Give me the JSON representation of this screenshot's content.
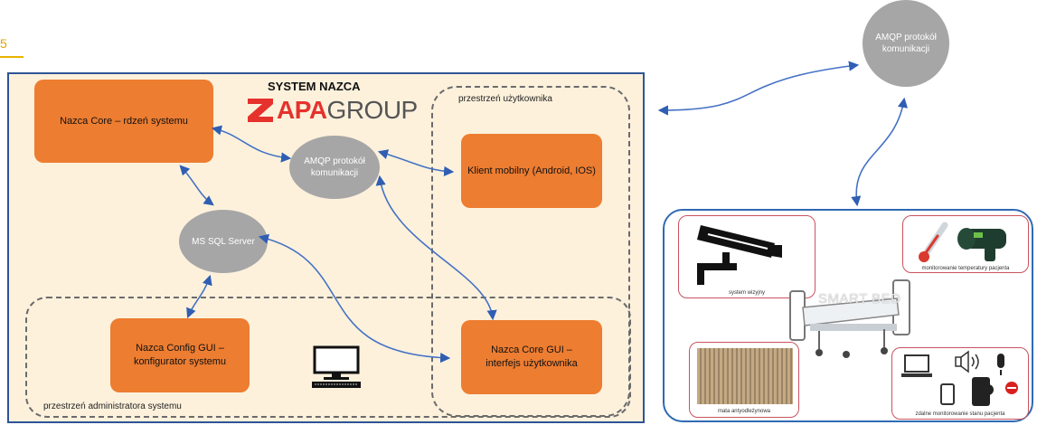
{
  "page": {
    "number": "5"
  },
  "diagram": {
    "title": "SYSTEM NAZCA",
    "logo": {
      "bold": "APA",
      "normal": "GROUP"
    },
    "nodes": {
      "core": "Nazca Core – rdzeń systemu",
      "amqp_inner": "AMQP protokół komunikacji",
      "mobile": "Klient mobilny (Android, IOS)",
      "sql": "MS SQL Server",
      "config_gui": "Nazca Config GUI – konfigurator systemu",
      "core_gui": "Nazca Core GUI – interfejs użytkownika",
      "amqp_outer": "AMQP protokół komunikacji"
    },
    "zones": {
      "user": "przestrzeń użytkownika",
      "admin": "przestrzeń administratora systemu"
    },
    "devices": {
      "smart_bed": "SMART BED",
      "vision": "system wizyjny",
      "temperature": "monitorowanie temperatury pacjenta",
      "mat": "mata antyodleżynowa",
      "remote": "zdalne monitorowanie stanu pacjenta"
    },
    "colors": {
      "box": "#ed7d31",
      "oval": "#a6a6a6",
      "panel": "#fdf1dc",
      "border": "#2f5496",
      "arrow": "#4472c4"
    }
  }
}
